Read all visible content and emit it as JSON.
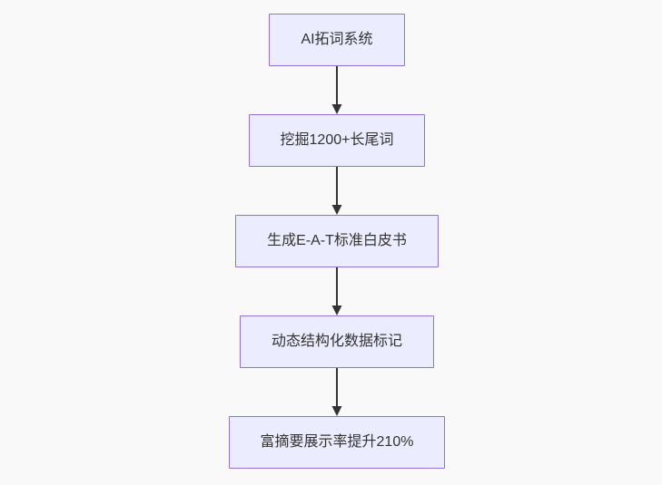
{
  "diagram": {
    "type": "flowchart",
    "direction": "top-down",
    "nodes": [
      {
        "id": "step-1",
        "label": "AI拓词系统"
      },
      {
        "id": "step-2",
        "label": "挖掘1200+长尾词"
      },
      {
        "id": "step-3",
        "label": "生成E-A-T标准白皮书"
      },
      {
        "id": "step-4",
        "label": "动态结构化数据标记"
      },
      {
        "id": "step-5",
        "label": "富摘要展示率提升210%"
      }
    ],
    "edges": [
      {
        "from": "step-1",
        "to": "step-2"
      },
      {
        "from": "step-2",
        "to": "step-3"
      },
      {
        "from": "step-3",
        "to": "step-4"
      },
      {
        "from": "step-4",
        "to": "step-5"
      }
    ],
    "colors": {
      "node_fill": "#ECECFF",
      "node_border": "#9370DB",
      "node_text": "#333333",
      "arrow": "#333333",
      "background": "#f9f9f9"
    }
  }
}
